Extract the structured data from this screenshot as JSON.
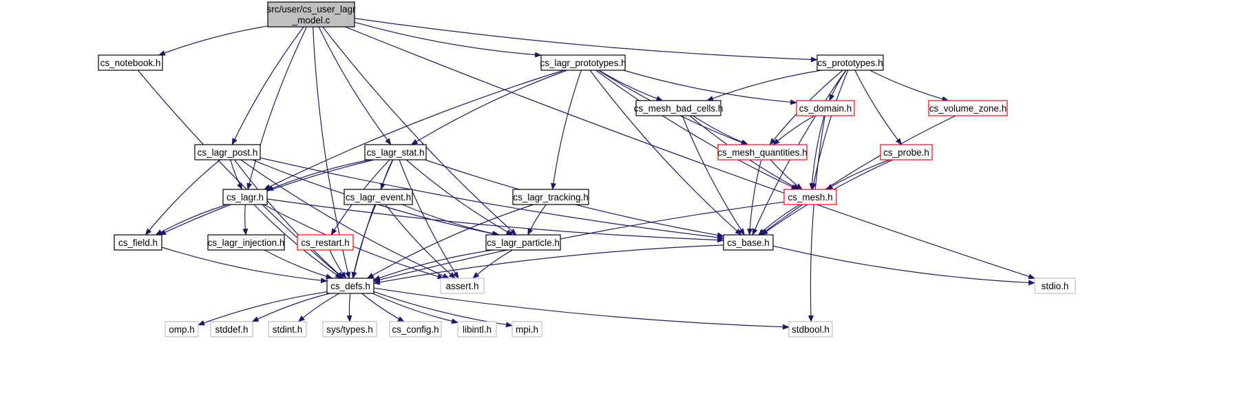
{
  "graph": {
    "title": "",
    "colors": {
      "edge": "#191970",
      "root_fill": "#bfbfbf",
      "documented_border": "#000000",
      "incomplete_border": "#ff0000",
      "external_border": "#bfbfbf",
      "external_text": "#000000"
    },
    "nodes": [
      {
        "id": "root",
        "lines": [
          "src/user/cs_user_lagr",
          "_model.c"
        ],
        "kind": "root"
      },
      {
        "id": "cs_notebook",
        "lines": [
          "cs_notebook.h"
        ],
        "kind": "documented"
      },
      {
        "id": "cs_lagr_prototypes",
        "lines": [
          "cs_lagr_prototypes.h"
        ],
        "kind": "documented"
      },
      {
        "id": "cs_prototypes",
        "lines": [
          "cs_prototypes.h"
        ],
        "kind": "documented"
      },
      {
        "id": "cs_mesh_bad_cells",
        "lines": [
          "cs_mesh_bad_cells.h"
        ],
        "kind": "documented"
      },
      {
        "id": "cs_domain",
        "lines": [
          "cs_domain.h"
        ],
        "kind": "incomplete"
      },
      {
        "id": "cs_volume_zone",
        "lines": [
          "cs_volume_zone.h"
        ],
        "kind": "incomplete"
      },
      {
        "id": "cs_lagr_post",
        "lines": [
          "cs_lagr_post.h"
        ],
        "kind": "documented"
      },
      {
        "id": "cs_lagr_stat",
        "lines": [
          "cs_lagr_stat.h"
        ],
        "kind": "documented"
      },
      {
        "id": "cs_mesh_quantities",
        "lines": [
          "cs_mesh_quantities.h"
        ],
        "kind": "incomplete"
      },
      {
        "id": "cs_probe",
        "lines": [
          "cs_probe.h"
        ],
        "kind": "incomplete"
      },
      {
        "id": "cs_lagr",
        "lines": [
          "cs_lagr.h"
        ],
        "kind": "documented"
      },
      {
        "id": "cs_lagr_event",
        "lines": [
          "cs_lagr_event.h"
        ],
        "kind": "documented"
      },
      {
        "id": "cs_lagr_tracking",
        "lines": [
          "cs_lagr_tracking.h"
        ],
        "kind": "documented"
      },
      {
        "id": "cs_mesh",
        "lines": [
          "cs_mesh.h"
        ],
        "kind": "incomplete"
      },
      {
        "id": "cs_field",
        "lines": [
          "cs_field.h"
        ],
        "kind": "documented"
      },
      {
        "id": "cs_lagr_injection",
        "lines": [
          "cs_lagr_injection.h"
        ],
        "kind": "documented"
      },
      {
        "id": "cs_restart",
        "lines": [
          "cs_restart.h"
        ],
        "kind": "incomplete"
      },
      {
        "id": "cs_lagr_particle",
        "lines": [
          "cs_lagr_particle.h"
        ],
        "kind": "documented"
      },
      {
        "id": "cs_base",
        "lines": [
          "cs_base.h"
        ],
        "kind": "documented"
      },
      {
        "id": "stdio",
        "lines": [
          "stdio.h"
        ],
        "kind": "external"
      },
      {
        "id": "cs_defs",
        "lines": [
          "cs_defs.h"
        ],
        "kind": "documented"
      },
      {
        "id": "assert",
        "lines": [
          "assert.h"
        ],
        "kind": "external"
      },
      {
        "id": "omp",
        "lines": [
          "omp.h"
        ],
        "kind": "external"
      },
      {
        "id": "stddef",
        "lines": [
          "stddef.h"
        ],
        "kind": "external"
      },
      {
        "id": "stdint",
        "lines": [
          "stdint.h"
        ],
        "kind": "external"
      },
      {
        "id": "sys_types",
        "lines": [
          "sys/types.h"
        ],
        "kind": "external"
      },
      {
        "id": "cs_config",
        "lines": [
          "cs_config.h"
        ],
        "kind": "external"
      },
      {
        "id": "libintl",
        "lines": [
          "libintl.h"
        ],
        "kind": "external"
      },
      {
        "id": "mpi",
        "lines": [
          "mpi.h"
        ],
        "kind": "external"
      },
      {
        "id": "stdbool",
        "lines": [
          "stdbool.h"
        ],
        "kind": "external"
      }
    ],
    "edges": [
      {
        "from": "root",
        "to": "cs_defs"
      },
      {
        "from": "root",
        "to": "cs_notebook"
      },
      {
        "from": "root",
        "to": "cs_lagr_post"
      },
      {
        "from": "root",
        "to": "cs_lagr"
      },
      {
        "from": "root",
        "to": "cs_lagr_stat"
      },
      {
        "from": "root",
        "to": "cs_lagr_particle"
      },
      {
        "from": "root",
        "to": "cs_lagr_prototypes"
      },
      {
        "from": "root",
        "to": "cs_prototypes"
      },
      {
        "from": "root",
        "to": "stdio"
      },
      {
        "from": "cs_notebook",
        "to": "cs_defs"
      },
      {
        "from": "cs_lagr_prototypes",
        "to": "cs_lagr"
      },
      {
        "from": "cs_lagr_prototypes",
        "to": "cs_lagr_stat"
      },
      {
        "from": "cs_lagr_prototypes",
        "to": "cs_lagr_tracking"
      },
      {
        "from": "cs_lagr_prototypes",
        "to": "cs_base"
      },
      {
        "from": "cs_lagr_prototypes",
        "to": "cs_mesh_bad_cells"
      },
      {
        "from": "cs_lagr_prototypes",
        "to": "cs_mesh_quantities"
      },
      {
        "from": "cs_lagr_prototypes",
        "to": "cs_domain"
      },
      {
        "from": "cs_lagr_prototypes",
        "to": "cs_mesh"
      },
      {
        "from": "cs_prototypes",
        "to": "cs_mesh_bad_cells"
      },
      {
        "from": "cs_prototypes",
        "to": "cs_mesh_quantities"
      },
      {
        "from": "cs_prototypes",
        "to": "cs_domain"
      },
      {
        "from": "cs_prototypes",
        "to": "cs_mesh"
      },
      {
        "from": "cs_prototypes",
        "to": "cs_probe"
      },
      {
        "from": "cs_prototypes",
        "to": "cs_volume_zone"
      },
      {
        "from": "cs_prototypes",
        "to": "cs_base"
      },
      {
        "from": "cs_mesh_bad_cells",
        "to": "cs_mesh_quantities"
      },
      {
        "from": "cs_mesh_bad_cells",
        "to": "cs_mesh"
      },
      {
        "from": "cs_mesh_bad_cells",
        "to": "cs_base"
      },
      {
        "from": "cs_domain",
        "to": "cs_mesh_quantities"
      },
      {
        "from": "cs_domain",
        "to": "cs_mesh"
      },
      {
        "from": "cs_domain",
        "to": "stdbool"
      },
      {
        "from": "cs_volume_zone",
        "to": "cs_base"
      },
      {
        "from": "cs_mesh_quantities",
        "to": "cs_mesh"
      },
      {
        "from": "cs_mesh_quantities",
        "to": "cs_base"
      },
      {
        "from": "cs_probe",
        "to": "cs_mesh"
      },
      {
        "from": "cs_probe",
        "to": "cs_base"
      },
      {
        "from": "cs_lagr_post",
        "to": "cs_defs"
      },
      {
        "from": "cs_lagr_post",
        "to": "cs_lagr"
      },
      {
        "from": "cs_lagr_post",
        "to": "cs_field"
      },
      {
        "from": "cs_lagr_post",
        "to": "cs_lagr_particle"
      },
      {
        "from": "cs_lagr_post",
        "to": "cs_base"
      },
      {
        "from": "cs_lagr_post",
        "to": "assert"
      },
      {
        "from": "cs_lagr_stat",
        "to": "cs_lagr"
      },
      {
        "from": "cs_lagr_stat",
        "to": "cs_field"
      },
      {
        "from": "cs_lagr_stat",
        "to": "cs_restart"
      },
      {
        "from": "cs_lagr_stat",
        "to": "cs_defs"
      },
      {
        "from": "cs_lagr_stat",
        "to": "cs_lagr_event"
      },
      {
        "from": "cs_lagr_stat",
        "to": "cs_lagr_particle"
      },
      {
        "from": "cs_lagr_stat",
        "to": "cs_base"
      },
      {
        "from": "cs_lagr_stat",
        "to": "assert"
      },
      {
        "from": "cs_lagr",
        "to": "cs_field"
      },
      {
        "from": "cs_lagr",
        "to": "cs_lagr_injection"
      },
      {
        "from": "cs_lagr",
        "to": "cs_defs"
      },
      {
        "from": "cs_lagr",
        "to": "assert"
      },
      {
        "from": "cs_lagr",
        "to": "cs_base"
      },
      {
        "from": "cs_lagr_event",
        "to": "cs_defs"
      },
      {
        "from": "cs_lagr_event",
        "to": "cs_lagr_particle"
      },
      {
        "from": "cs_lagr_event",
        "to": "assert"
      },
      {
        "from": "cs_lagr_tracking",
        "to": "cs_lagr_particle"
      },
      {
        "from": "cs_lagr_tracking",
        "to": "cs_defs"
      },
      {
        "from": "cs_mesh",
        "to": "cs_base"
      },
      {
        "from": "cs_mesh",
        "to": "cs_defs"
      },
      {
        "from": "cs_field",
        "to": "cs_defs"
      },
      {
        "from": "cs_lagr_injection",
        "to": "cs_defs"
      },
      {
        "from": "cs_restart",
        "to": "cs_defs"
      },
      {
        "from": "cs_lagr_particle",
        "to": "cs_defs"
      },
      {
        "from": "cs_lagr_particle",
        "to": "assert"
      },
      {
        "from": "cs_base",
        "to": "cs_defs"
      },
      {
        "from": "cs_base",
        "to": "stdio"
      },
      {
        "from": "cs_defs",
        "to": "omp"
      },
      {
        "from": "cs_defs",
        "to": "stddef"
      },
      {
        "from": "cs_defs",
        "to": "stdint"
      },
      {
        "from": "cs_defs",
        "to": "sys_types"
      },
      {
        "from": "cs_defs",
        "to": "cs_config"
      },
      {
        "from": "cs_defs",
        "to": "libintl"
      },
      {
        "from": "cs_defs",
        "to": "mpi"
      },
      {
        "from": "cs_defs",
        "to": "stdbool"
      }
    ]
  }
}
